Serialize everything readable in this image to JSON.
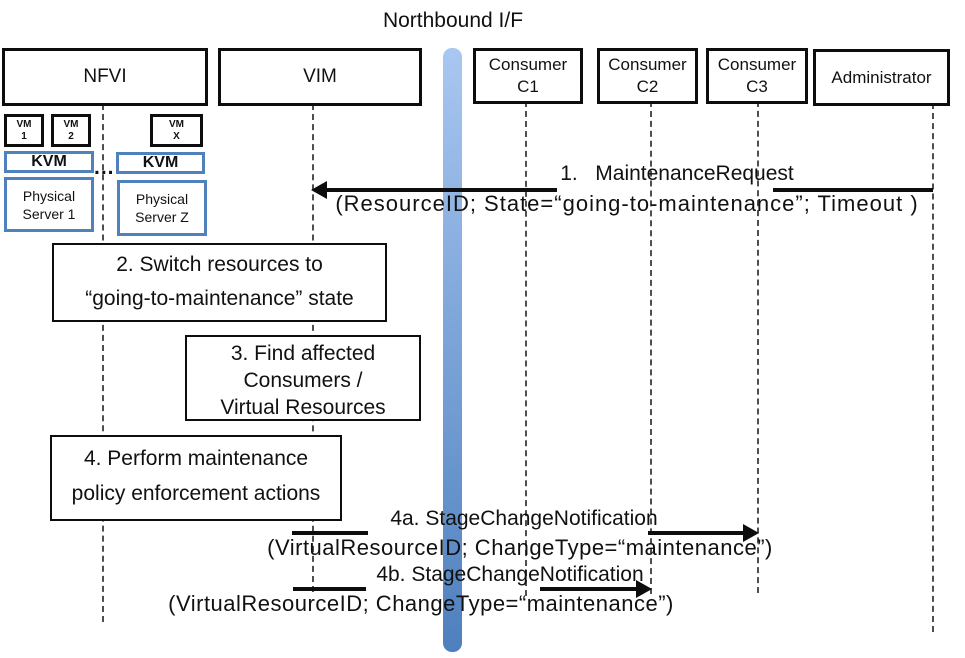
{
  "title": "Northbound I/F",
  "colors": {
    "accent_blue": "#4f81bd",
    "bar_gradient_top": "#a9c7f0",
    "bar_gradient_bottom": "#4e80bd",
    "line_black": "#0d0d0d"
  },
  "actors": {
    "nfvi": "NFVI",
    "vim": "VIM",
    "c1_line1": "Consumer",
    "c1_line2": "C1",
    "c2_line1": "Consumer",
    "c2_line2": "C2",
    "c3_line1": "Consumer",
    "c3_line2": "C3",
    "admin": "Administrator"
  },
  "nfvi_stack": {
    "vm1_line1": "VM",
    "vm1_line2": "1",
    "vm2_line1": "VM",
    "vm2_line2": "2",
    "vmx_line1": "VM",
    "vmx_line2": "X",
    "kvm_left": "KVM",
    "kvm_right": "KVM",
    "dots": "...",
    "ps1_line1": "Physical",
    "ps1_line2": "Server 1",
    "psz_line1": "Physical",
    "psz_line2": "Server Z"
  },
  "messages": {
    "m1_label": "1.   MaintenanceRequest",
    "m1_params": "(ResourceID; State=“going-to-maintenance”; Timeout )",
    "m4a_label": "4a. StageChangeNotification",
    "m4a_params": "(VirtualResourceID; ChangeType=“maintenance”)",
    "m4b_label": "4b. StageChangeNotification",
    "m4b_params": "(VirtualResourceID; ChangeType=“maintenance”)"
  },
  "activities": {
    "a2_line1": "2. Switch resources to",
    "a2_line2": "“going-to-maintenance” state",
    "a3_line1": "3. Find affected",
    "a3_line2": "Consumers /",
    "a3_line3": "Virtual Resources",
    "a4_line1": "4. Perform maintenance",
    "a4_line2": "policy enforcement actions"
  }
}
